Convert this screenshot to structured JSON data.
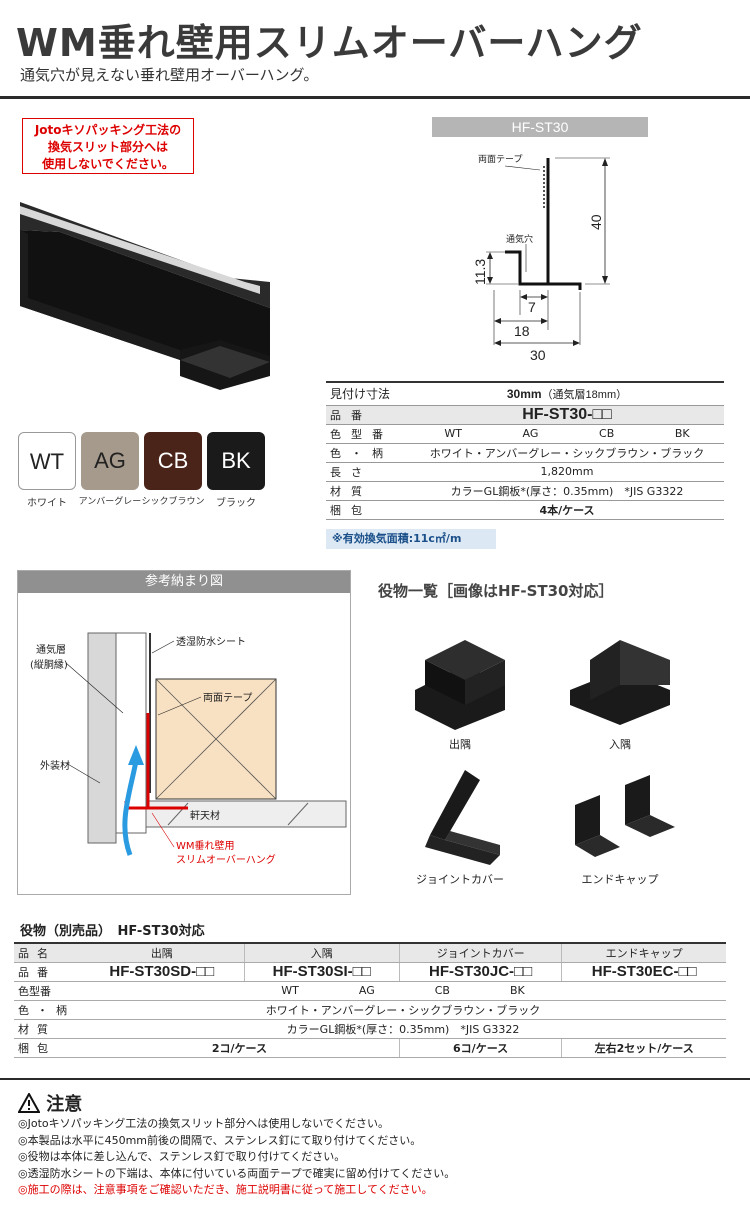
{
  "header": {
    "title": "WM垂れ壁用スリムオーバーハング",
    "subtitle": "通気穴が見えない垂れ壁用オーバーハング。"
  },
  "warning_box": [
    "Jotoキソパッキング工法の",
    "換気スリット部分へは",
    "使用しないでください。"
  ],
  "swatches": [
    {
      "code": "WT",
      "name": "ホワイト",
      "bg": "#ffffff",
      "fg": "#222222"
    },
    {
      "code": "AG",
      "name": "アンバーグレー",
      "bg": "#a69a8c",
      "fg": "#222222"
    },
    {
      "code": "CB",
      "name": "シックブラウン",
      "bg": "#4a2418",
      "fg": "#ffffff"
    },
    {
      "code": "BK",
      "name": "ブラック",
      "bg": "#1a1a1a",
      "fg": "#ffffff"
    }
  ],
  "dimension": {
    "model": "HF-ST30",
    "tape_label": "両面テープ",
    "vent_label": "通気穴",
    "height": "40",
    "lip": "11.3",
    "d7": "7",
    "d18": "18",
    "d30": "30"
  },
  "spec": {
    "rows": [
      {
        "label": "見付け寸法",
        "value": "30mm",
        "note": "（通気層18mm）"
      },
      {
        "label": "品番",
        "value": "HF-ST30-□□"
      },
      {
        "label": "色型番",
        "cols": [
          "WT",
          "AG",
          "CB",
          "BK"
        ]
      },
      {
        "label": "色・柄",
        "value": "ホワイト・アンバーグレー・シックブラウン・ブラック"
      },
      {
        "label": "長さ",
        "value": "1,820mm"
      },
      {
        "label": "材質",
        "value": "カラーGL鋼板*(厚さ：0.35mm)　*JIS G3322"
      },
      {
        "label": "梱包",
        "value": "4本/ケース"
      }
    ],
    "note": "※有効換気面積:11c㎡/m"
  },
  "reference": {
    "title": "参考納まり図",
    "labels": {
      "air_layer": "通気層",
      "air_layer2": "(縦胴縁)",
      "sheet": "透湿防水シート",
      "tape": "両面テープ",
      "exterior": "外装材",
      "soffit": "軒天材",
      "product1": "WM垂れ壁用",
      "product2": "スリムオーバーハング"
    }
  },
  "accessories": {
    "title": "役物一覧［画像はHF-ST30対応］",
    "items": [
      {
        "name": "出隅",
        "icon": "outside-corner-icon"
      },
      {
        "name": "入隅",
        "icon": "inside-corner-icon"
      },
      {
        "name": "ジョイントカバー",
        "icon": "joint-cover-icon"
      },
      {
        "name": "エンドキャップ",
        "icon": "end-cap-icon"
      }
    ]
  },
  "acc_table": {
    "title": "役物（別売品）　HF-ST30対応",
    "headers": [
      "品名",
      "出隅",
      "入隅",
      "ジョイントカバー",
      "エンドキャップ"
    ],
    "codes_label": "品番",
    "codes": [
      "HF-ST30SD-□□",
      "HF-ST30SI-□□",
      "HF-ST30JC-□□",
      "HF-ST30EC-□□"
    ],
    "color_label": "色型番",
    "colors": [
      "WT",
      "AG",
      "CB",
      "BK"
    ],
    "pattern_label": "色・柄",
    "pattern": "ホワイト・アンバーグレー・シックブラウン・ブラック",
    "material_label": "材質",
    "material": "カラーGL鋼板*(厚さ：0.35mm)　*JIS G3322",
    "pack_label": "梱包",
    "packs": [
      "2コ/ケース",
      "6コ/ケース",
      "左右2セット/ケース"
    ]
  },
  "caution": {
    "title": "注意",
    "items": [
      "◎Jotoキソパッキング工法の換気スリット部分へは使用しないでください。",
      "◎本製品は水平に450mm前後の間隔で、ステンレス釘にて取り付けてください。",
      "◎役物は本体に差し込んで、ステンレス釘で取り付けてください。",
      "◎透湿防水シートの下端は、本体に付いている両面テープで確実に留め付けてください。"
    ],
    "final": "◎施工の際は、注意事項をご確認いただき、施工説明書に従って施工してください。"
  }
}
